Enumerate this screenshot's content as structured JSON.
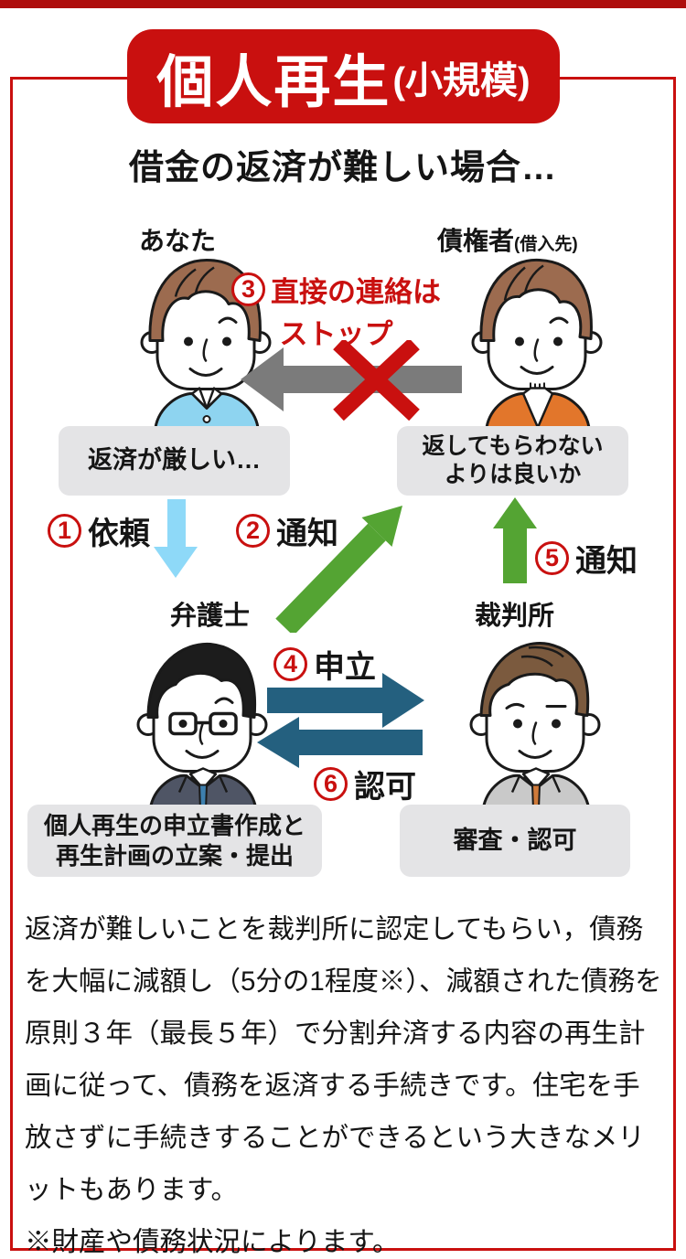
{
  "title": {
    "main": "個人再生",
    "sub": "(小規模)"
  },
  "heading": "借金の返済が難しい場合…",
  "actors": {
    "you": {
      "label": "あなた"
    },
    "creditor": {
      "label": "債権者",
      "label_sub": "(借入先)"
    },
    "lawyer": {
      "label": "弁護士"
    },
    "court": {
      "label": "裁判所"
    }
  },
  "callouts": {
    "you_thought": "返済が厳しい…",
    "creditor_thought_line1": "返してもらわない",
    "creditor_thought_line2": "よりは良いか",
    "lawyer_task_line1": "個人再生の申立書作成と",
    "lawyer_task_line2": "再生計画の立案・提出",
    "court_task": "審査・認可"
  },
  "steps": [
    {
      "number": "1",
      "label": "依頼"
    },
    {
      "number": "2",
      "label": "通知"
    },
    {
      "number": "3",
      "label": "直接の連絡は",
      "label2": "ストップ"
    },
    {
      "number": "4",
      "label": "申立"
    },
    {
      "number": "5",
      "label": "通知"
    },
    {
      "number": "6",
      "label": "認可"
    }
  ],
  "description": "返済が難しいことを裁判所に認定してもらい，債務を大幅に減額し（5分の1程度※）、減額された債務を原則３年（最長５年）で分割弁済する内容の再生計画に従って、債務を返済する手続きです。住宅を手放さずに手続きすることができるという大きなメリットもあります。",
  "note": "※財産や債務状況によります。",
  "colors": {
    "red": "#c9100f",
    "bar-red": "#ae0d0c",
    "green": "#54a433",
    "lightblue": "#8ed9f8",
    "teal": "#24607f",
    "gray-arrow": "#7b7b7b",
    "box-gray": "#e4e4e6"
  }
}
